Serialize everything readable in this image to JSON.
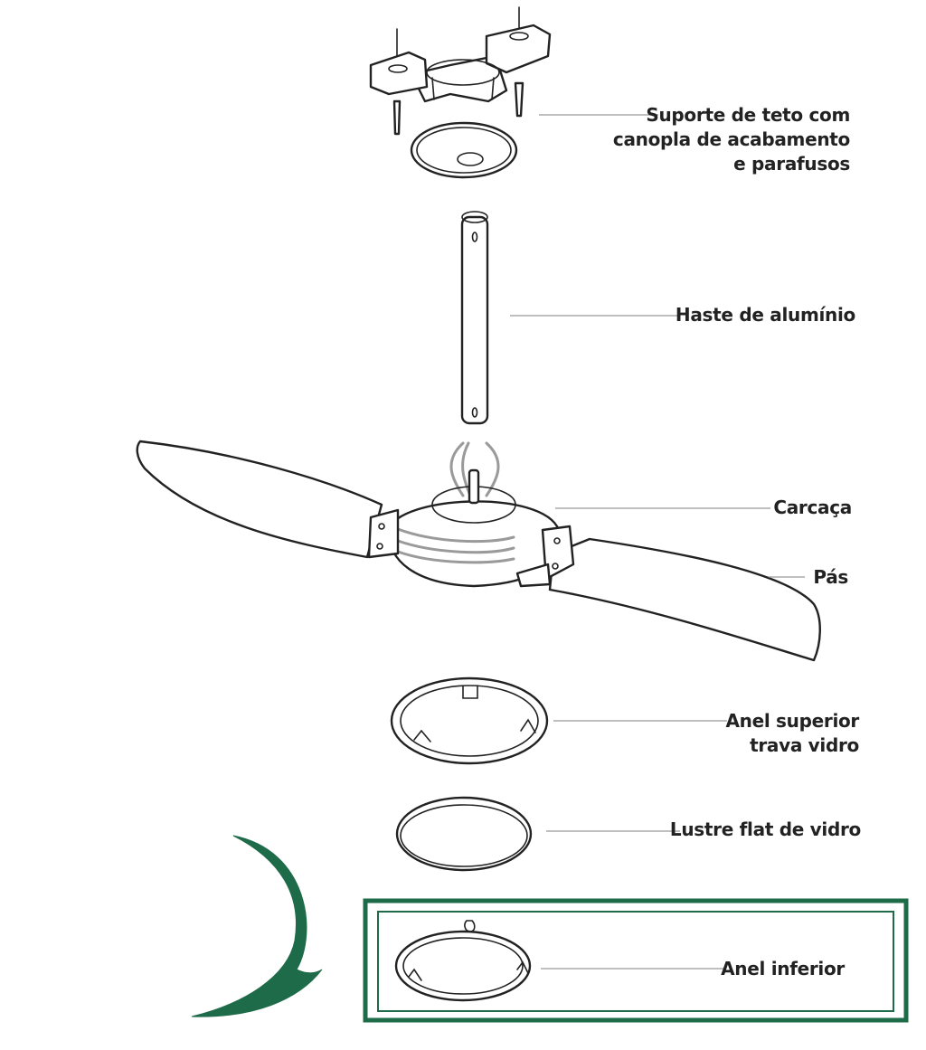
{
  "diagram": {
    "parts": [
      {
        "id": "suporte",
        "label_lines": [
          "Suporte de teto com",
          "canopla de acabamento",
          "e parafusos"
        ]
      },
      {
        "id": "haste",
        "label_lines": [
          "Haste de alumínio"
        ]
      },
      {
        "id": "carcaca",
        "label_lines": [
          "Carcaça"
        ]
      },
      {
        "id": "pas",
        "label_lines": [
          "Pás"
        ]
      },
      {
        "id": "anel-superior",
        "label_lines": [
          "Anel superior",
          "trava vidro"
        ]
      },
      {
        "id": "lustre",
        "label_lines": [
          "Lustre flat de vidro"
        ]
      },
      {
        "id": "anel-inferior",
        "label_lines": [
          "Anel inferior"
        ]
      }
    ],
    "colors": {
      "ink": "#222222",
      "leader": "#999999",
      "frame": "#1e6b4a"
    }
  }
}
